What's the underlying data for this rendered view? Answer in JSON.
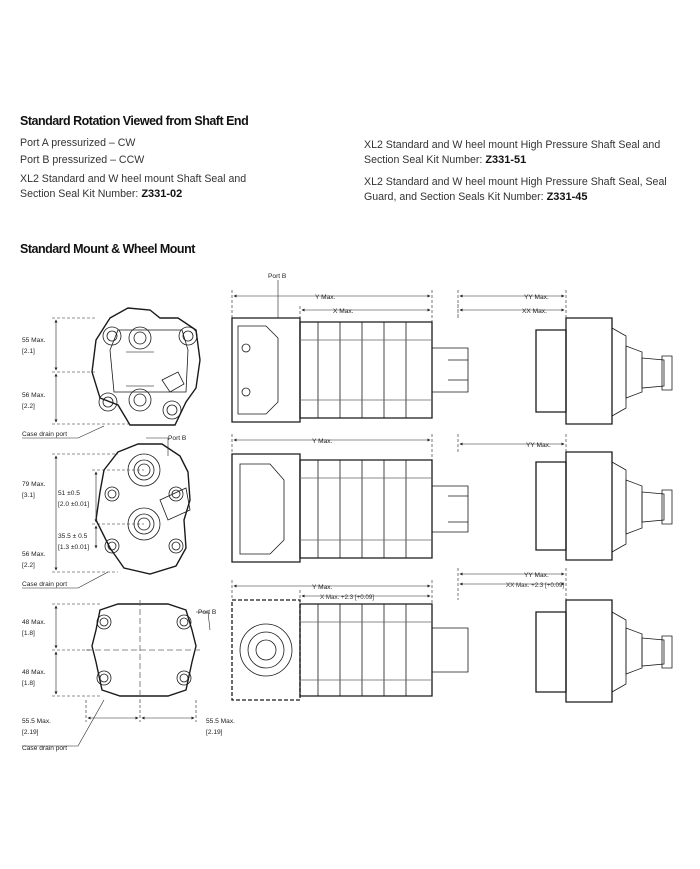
{
  "header": {
    "rotation_title": "Standard Rotation Viewed from Shaft End",
    "port_a": "Port A pressurized – CW",
    "port_b": "Port B pressurized – CCW",
    "kit1_text": "XL2 Standard and W heel mount Shaft Seal and Section Seal Kit Number:",
    "kit1_num": "Z331-02",
    "kit2_text": "XL2 Standard and W heel mount High Pressure Shaft Seal and Section Seal Kit Number:",
    "kit2_num": "Z331-51",
    "kit3_text": "XL2 Standard and W heel mount High Pressure Shaft Seal, Seal Guard, and Section Seals Kit Number:",
    "kit3_num": "Z331-45",
    "mount_title": "Standard Mount & Wheel Mount"
  },
  "labels": {
    "port_b": "Port B",
    "case_drain": "Case drain port",
    "y_max": "Y Max.",
    "x_max": "X Max.",
    "yy_max": "YY Max.",
    "xx_max": "XX Max.",
    "x_max_plus": "X Max. +2.3 [+0.09]",
    "xx_max_plus": "XX Max. +2.3 [+0.09]",
    "d55": "55 Max.",
    "d55i": "[2.1]",
    "d56": "56 Max.",
    "d56i": "[2.2]",
    "d79": "79 Max.",
    "d79i": "[3.1]",
    "d51": "51 ±0.5",
    "d51i": "[2.0 ±0.01]",
    "d355": "35.5 ± 0.5",
    "d355i": "[1.3 ±0.01]",
    "d48": "48 Max.",
    "d48i": "[1.8]",
    "d555": "55.5 Max.",
    "d555i": "[2.19]"
  }
}
